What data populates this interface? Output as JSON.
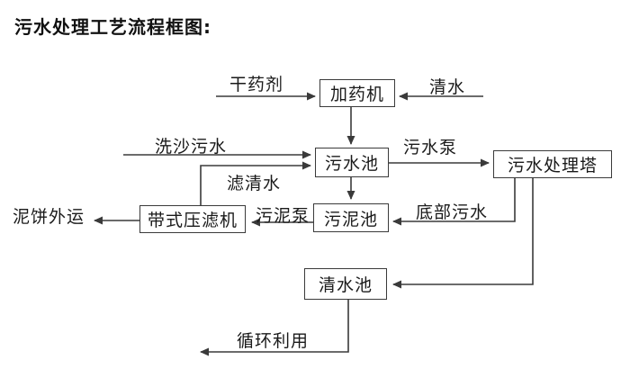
{
  "title": "污水处理工艺流程框图:",
  "diagram": {
    "background": "#ffffff",
    "line_color": "#3a3a3a",
    "boxes": [
      {
        "id": "dosing-machine",
        "label": "加药机"
      },
      {
        "id": "sewage-pool",
        "label": "污水池"
      },
      {
        "id": "treatment-tower",
        "label": "污水处理塔"
      },
      {
        "id": "sludge-pool",
        "label": "污泥池"
      },
      {
        "id": "belt-filter-press",
        "label": "带式压滤机"
      },
      {
        "id": "clear-water-pool",
        "label": "清水池"
      }
    ],
    "flow_labels": [
      {
        "id": "dry-chemical",
        "label": "干药剂"
      },
      {
        "id": "clear-water-in",
        "label": "清水"
      },
      {
        "id": "sand-washing-sewage",
        "label": "洗沙污水"
      },
      {
        "id": "filtered-water",
        "label": "滤清水"
      },
      {
        "id": "sewage-pump",
        "label": "污水泵"
      },
      {
        "id": "bottom-sewage",
        "label": "底部污水"
      },
      {
        "id": "sludge-pump",
        "label": "污泥泵"
      },
      {
        "id": "mud-cake-out",
        "label": "泥饼外运"
      },
      {
        "id": "recycle-reuse",
        "label": "循环利用"
      }
    ]
  }
}
